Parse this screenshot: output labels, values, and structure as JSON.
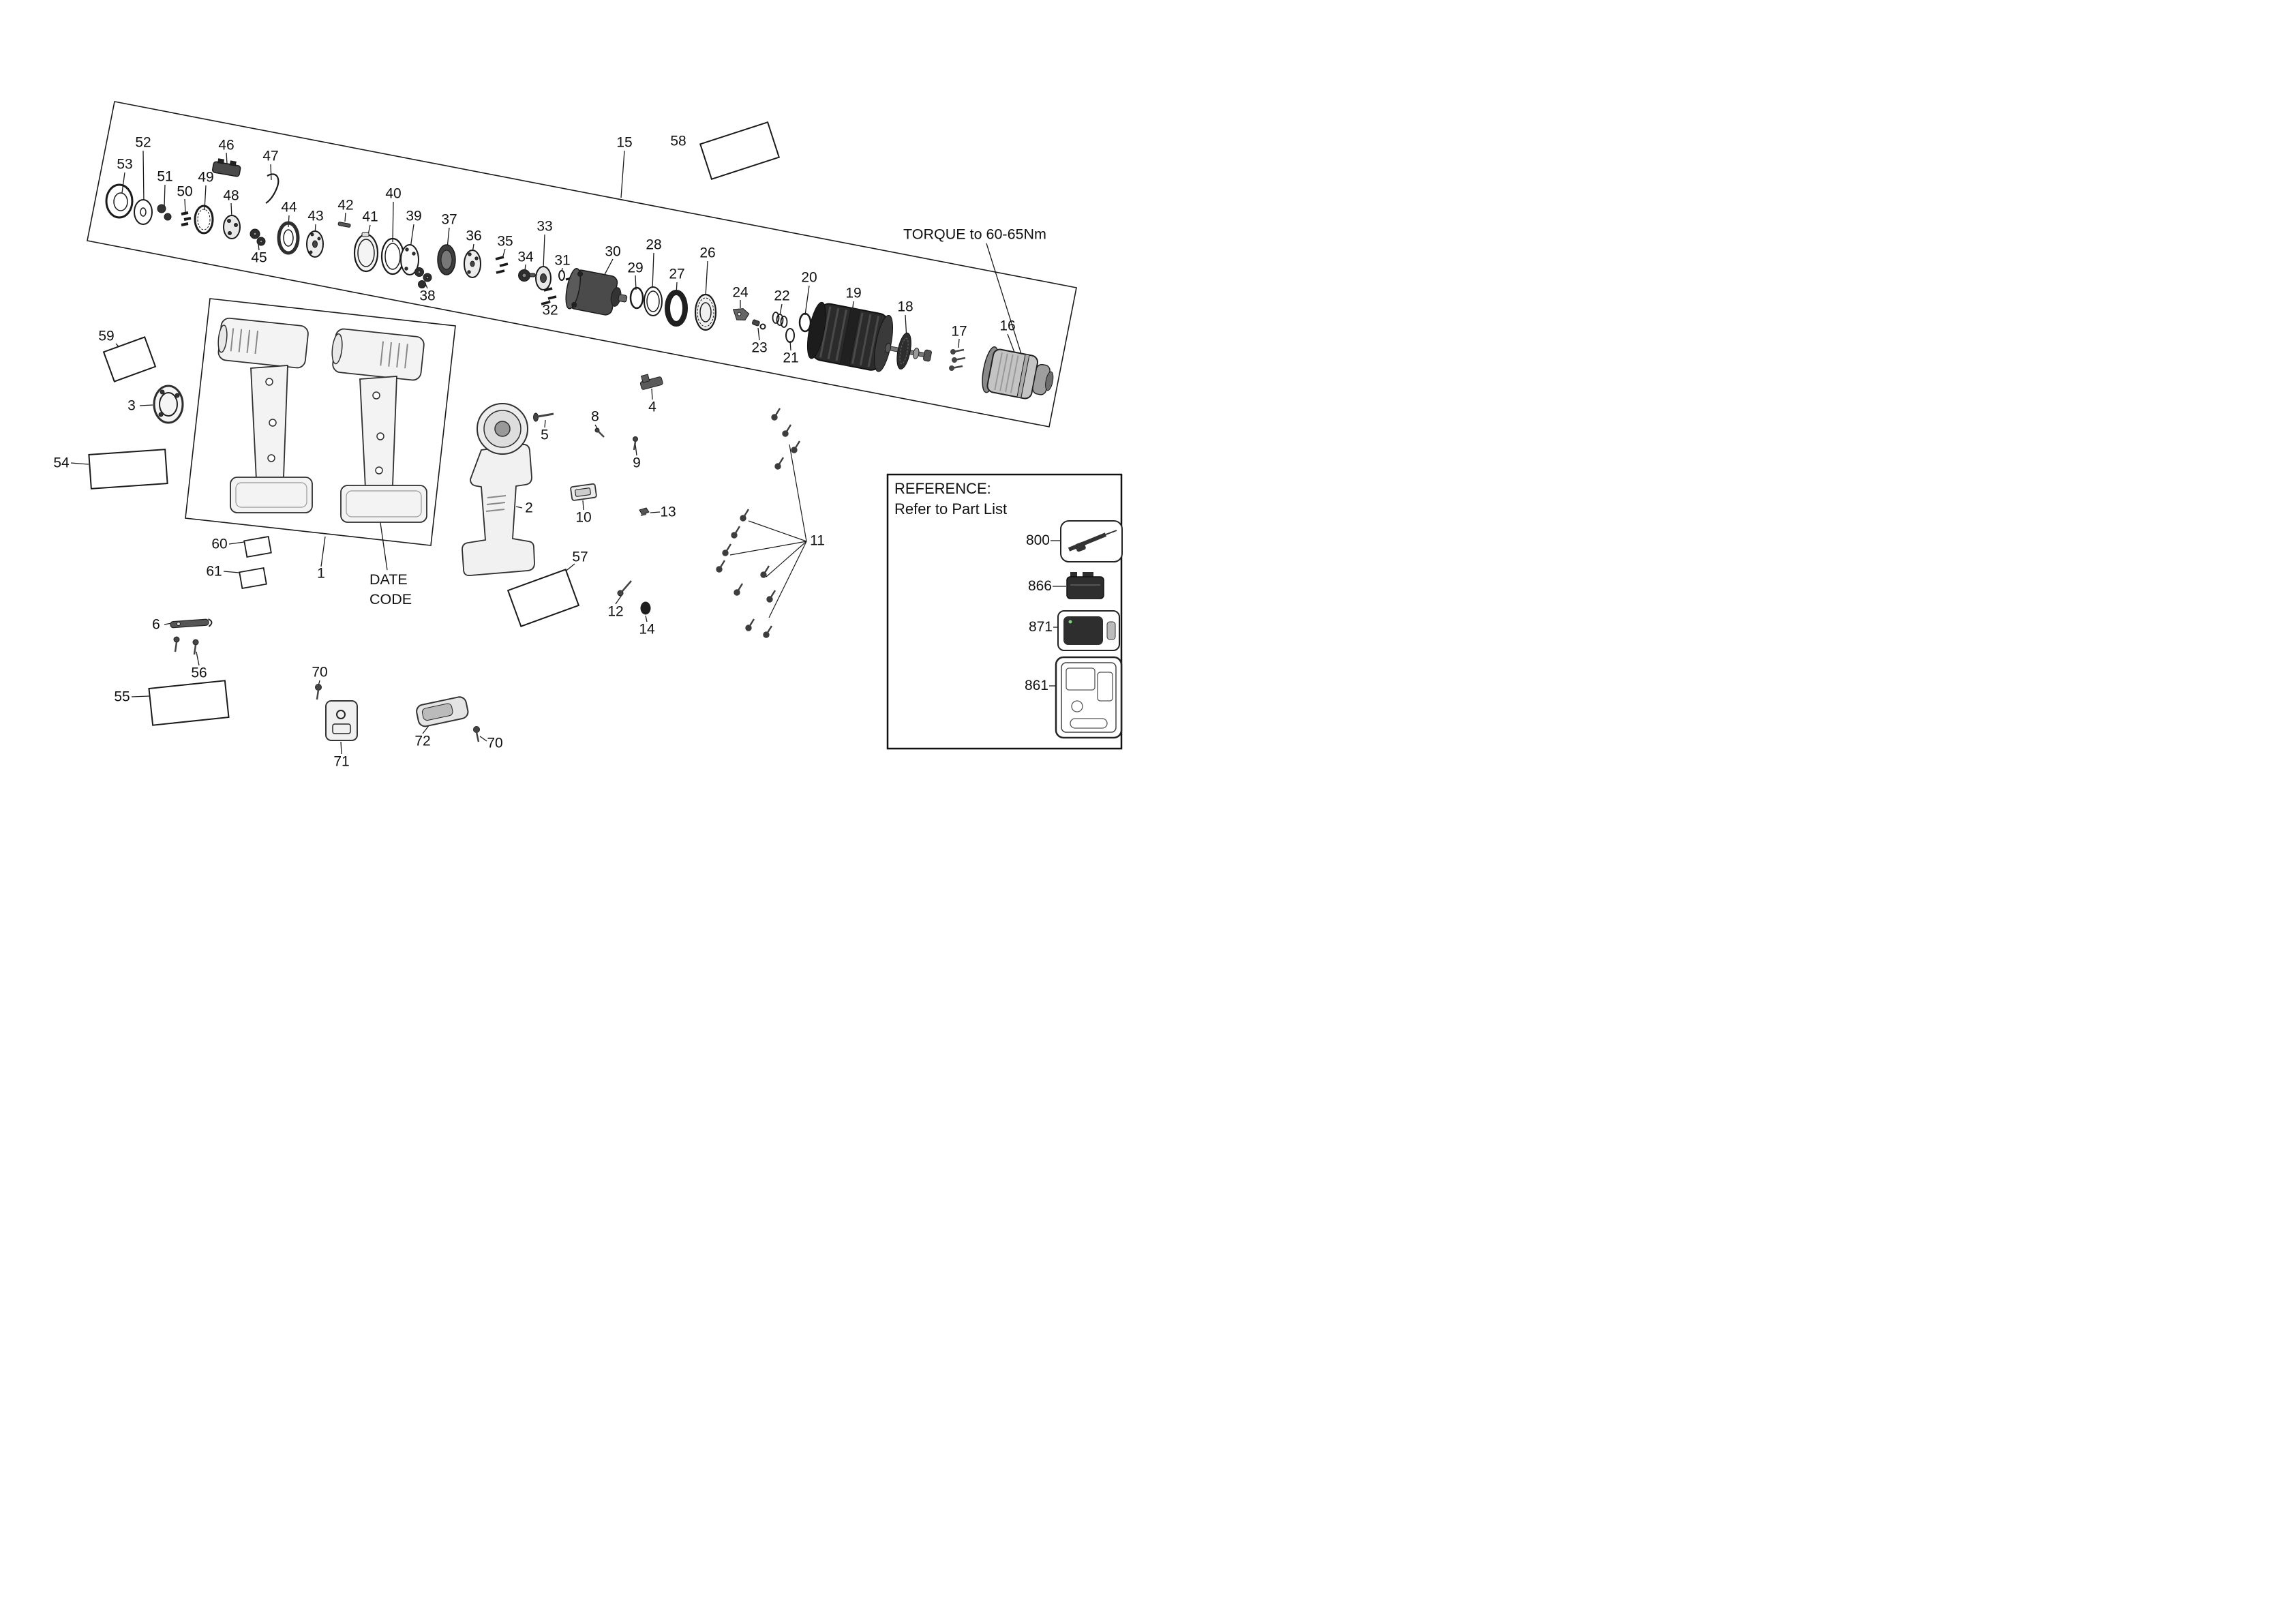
{
  "figure": {
    "type": "exploded-parts-diagram",
    "subject": "cordless drill driver parts schematic"
  },
  "callouts": [
    "53",
    "52",
    "51",
    "50",
    "49",
    "46",
    "47",
    "48",
    "45",
    "44",
    "43",
    "42",
    "41",
    "40",
    "39",
    "38",
    "37",
    "36",
    "35",
    "34",
    "33",
    "32",
    "31",
    "30",
    "29",
    "28",
    "27",
    "26",
    "24",
    "23",
    "22",
    "21",
    "20",
    "19",
    "18",
    "17",
    "16",
    "15",
    "58",
    "59",
    "3",
    "54",
    "60",
    "61",
    "1",
    "6",
    "56",
    "55",
    "70",
    "71",
    "72",
    "70",
    "2",
    "5",
    "8",
    "4",
    "9",
    "10",
    "13",
    "57",
    "12",
    "14",
    "11"
  ],
  "annotations": {
    "torque_note": "TORQUE to 60-65Nm",
    "date_code_line1": "DATE",
    "date_code_line2": "CODE"
  },
  "reference_box": {
    "title": "REFERENCE:",
    "subtitle": "Refer to Part List",
    "items": [
      {
        "label": "800",
        "icon": "inline-tool-icon"
      },
      {
        "label": "866",
        "icon": "battery-icon"
      },
      {
        "label": "871",
        "icon": "charger-icon"
      },
      {
        "label": "861",
        "icon": "kit-box-icon"
      }
    ]
  },
  "colors": {
    "ink": "#1a1a1a",
    "paper": "#ffffff",
    "dark_part": "#2b2b2b"
  }
}
